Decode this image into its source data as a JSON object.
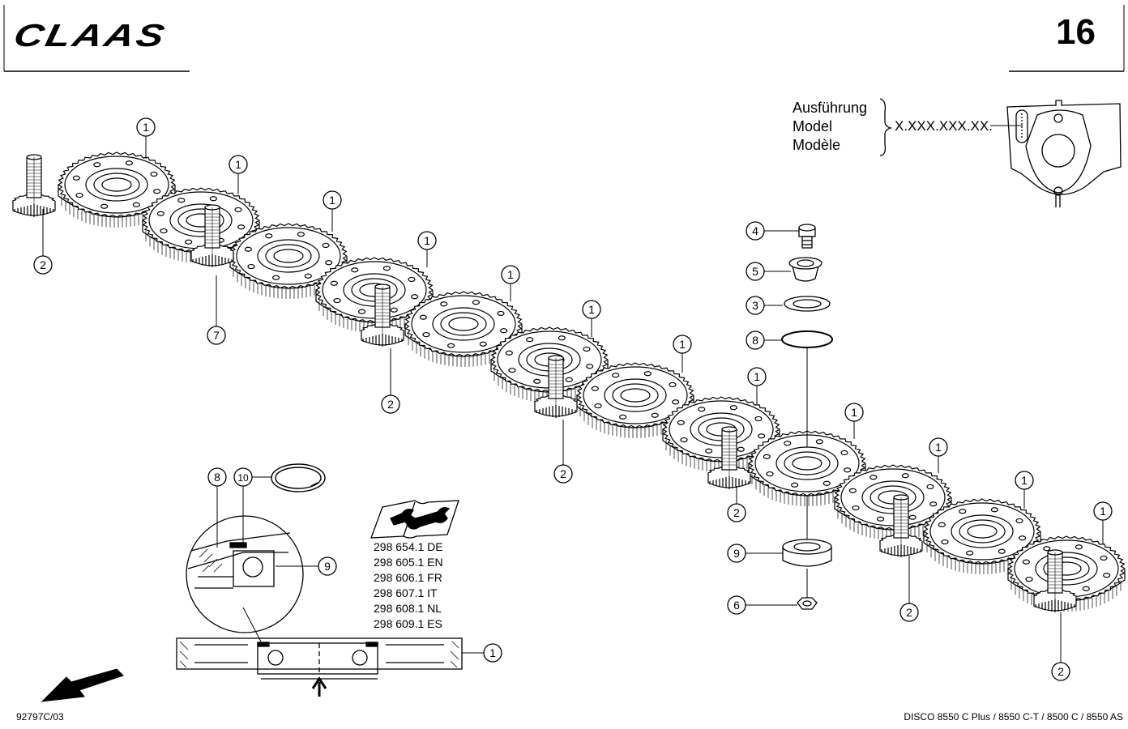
{
  "header": {
    "brand": "CLAAS",
    "page_number": "16"
  },
  "variant_box": {
    "labels": [
      "Ausführung",
      "Model",
      "Modèle"
    ],
    "serial": "X.XXX.XXX.XX."
  },
  "manual_codes": [
    "298 654.1 DE",
    "298 605.1 EN",
    "298 606.1 FR",
    "298 607.1 IT",
    "298 608.1 NL",
    "298 609.1 ES"
  ],
  "callouts": {
    "gear": "1",
    "pinion": "2",
    "washer": "3",
    "bolt": "4",
    "sleeve": "5",
    "nut": "6",
    "pinion_shaft": "7",
    "o_ring": "8",
    "bearing": "9",
    "circlip": "10"
  },
  "footer": {
    "ref_code": "92797C/03",
    "models": "DISCO 8550 C Plus / 8550 C-T / 8500 C / 8550 AS"
  }
}
